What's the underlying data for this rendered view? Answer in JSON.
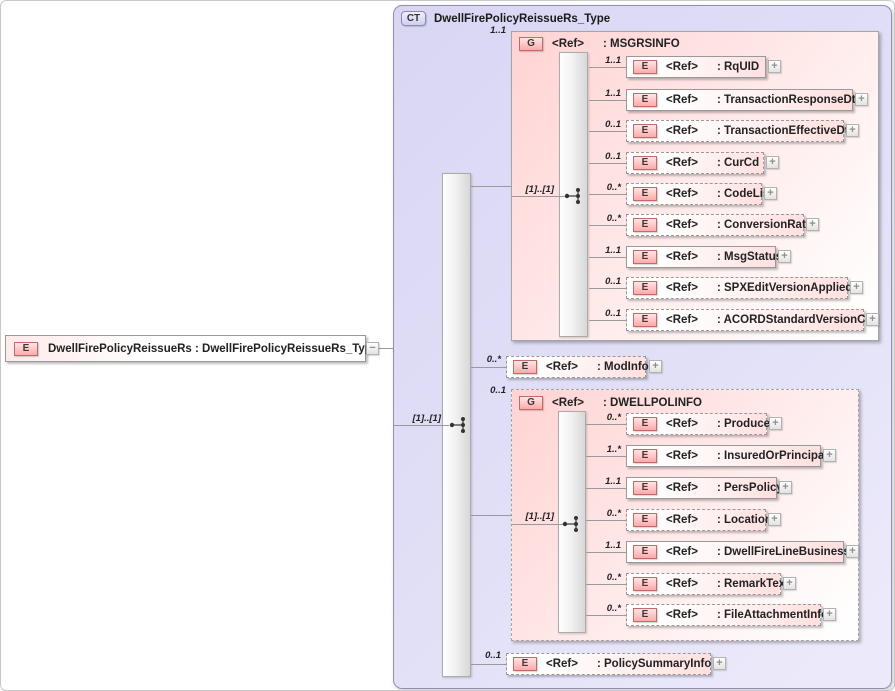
{
  "glyphs": {
    "expand": "+",
    "collapse": "−"
  },
  "colors": {
    "element_pink": "#ffaaaa",
    "type_lavender": "#dcdaf5",
    "line_gray": "#9a9a9a"
  },
  "root_element": {
    "badge": "E",
    "label": "DwellFirePolicyReissueRs : DwellFirePolicyReissueRs_Type"
  },
  "ct": {
    "badge": "CT",
    "title": "DwellFirePolicyReissueRs_Type",
    "seq": "[1]..[1]",
    "msgrs": {
      "badge": "G",
      "ref": "<Ref>",
      "name": ": MSGRSINFO",
      "card": "1..1",
      "seq": "[1]..[1]",
      "items": [
        {
          "badge": "E",
          "ref": "<Ref>",
          "name": ": RqUID",
          "card": "1..1"
        },
        {
          "badge": "E",
          "ref": "<Ref>",
          "name": ": TransactionResponseDt",
          "card": "1..1"
        },
        {
          "badge": "E",
          "ref": "<Ref>",
          "name": ": TransactionEffectiveDt",
          "card": "0..1"
        },
        {
          "badge": "E",
          "ref": "<Ref>",
          "name": ": CurCd",
          "card": "0..1"
        },
        {
          "badge": "E",
          "ref": "<Ref>",
          "name": ": CodeList",
          "card": "0..*"
        },
        {
          "badge": "E",
          "ref": "<Ref>",
          "name": ": ConversionRate",
          "card": "0..*"
        },
        {
          "badge": "E",
          "ref": "<Ref>",
          "name": ": MsgStatus",
          "card": "1..1"
        },
        {
          "badge": "E",
          "ref": "<Ref>",
          "name": ": SPXEditVersionApplied",
          "card": "0..1"
        },
        {
          "badge": "E",
          "ref": "<Ref>",
          "name": ": ACORDStandardVersionCd",
          "card": "0..1"
        }
      ]
    },
    "modinfo": {
      "badge": "E",
      "ref": "<Ref>",
      "name": ": ModInfo",
      "card": "0..*"
    },
    "dwellpol": {
      "badge": "G",
      "ref": "<Ref>",
      "name": ": DWELLPOLINFO",
      "card": "0..1",
      "seq": "[1]..[1]",
      "items": [
        {
          "badge": "E",
          "ref": "<Ref>",
          "name": ": Producer",
          "card": "0..*"
        },
        {
          "badge": "E",
          "ref": "<Ref>",
          "name": ": InsuredOrPrincipal",
          "card": "1..*"
        },
        {
          "badge": "E",
          "ref": "<Ref>",
          "name": ": PersPolicy",
          "card": "1..1"
        },
        {
          "badge": "E",
          "ref": "<Ref>",
          "name": ": Location",
          "card": "0..*"
        },
        {
          "badge": "E",
          "ref": "<Ref>",
          "name": ": DwellFireLineBusiness",
          "card": "1..1"
        },
        {
          "badge": "E",
          "ref": "<Ref>",
          "name": ": RemarkText",
          "card": "0..*"
        },
        {
          "badge": "E",
          "ref": "<Ref>",
          "name": ": FileAttachmentInfo",
          "card": "0..*"
        }
      ]
    },
    "policysummary": {
      "badge": "E",
      "ref": "<Ref>",
      "name": ": PolicySummaryInfo",
      "card": "0..1"
    }
  }
}
